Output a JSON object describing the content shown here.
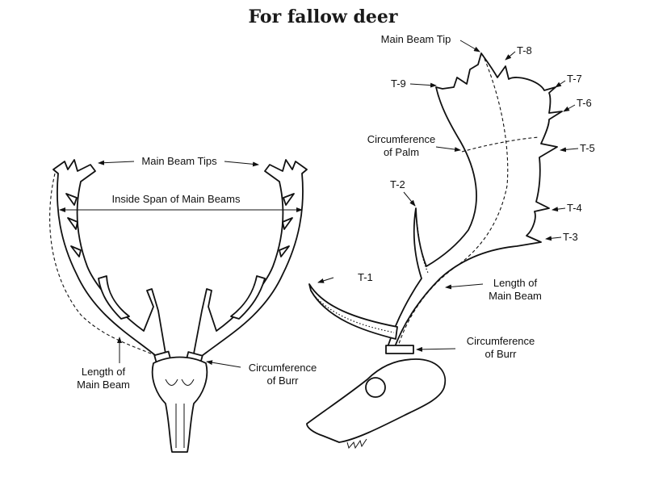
{
  "title": "For fallow deer",
  "front_view": {
    "main_beam_tips": "Main Beam Tips",
    "inside_span": "Inside Span of Main Beams",
    "length_of_main_beam": [
      "Length of",
      "Main Beam"
    ],
    "circumference_of_burr": [
      "Circumference",
      "of Burr"
    ]
  },
  "side_view": {
    "main_beam_tip": "Main Beam Tip",
    "tines": [
      "T-1",
      "T-2",
      "T-3",
      "T-4",
      "T-5",
      "T-6",
      "T-7",
      "T-8",
      "T-9"
    ],
    "circumference_of_palm": [
      "Circumference",
      "of Palm"
    ],
    "length_of_main_beam": [
      "Length of",
      "Main Beam"
    ],
    "circumference_of_burr": [
      "Circumference",
      "of Burr"
    ]
  }
}
